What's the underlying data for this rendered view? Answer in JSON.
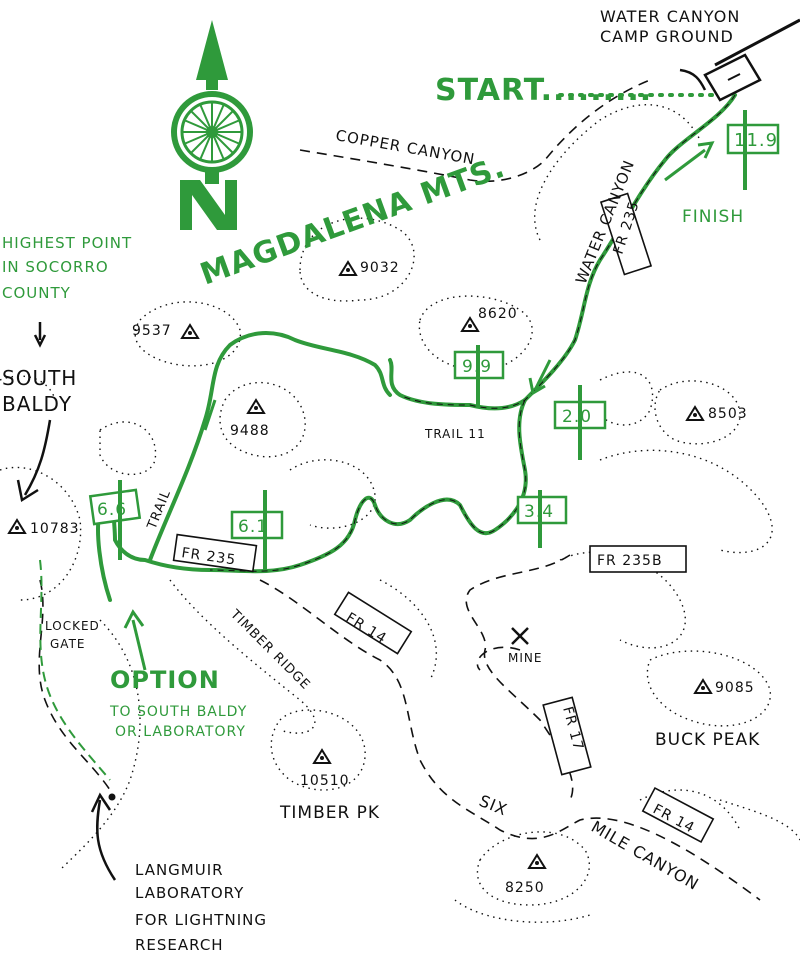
{
  "colors": {
    "trail_green": "#2f9a3b",
    "ink": "#111111"
  },
  "title": "MAGDALENA MTS.",
  "start_label": "START.........",
  "finish_label": "FINISH",
  "option": {
    "title": "OPTION",
    "line1": "TO SOUTH BALDY",
    "line2": "OR LABORATORY"
  },
  "highest_point": {
    "line1": "HIGHEST POINT",
    "line2": "IN SOCORRO",
    "line3": "COUNTY"
  },
  "camp": {
    "line1": "WATER CANYON",
    "line2": "CAMP GROUND"
  },
  "south_baldy": {
    "line1": "SOUTH",
    "line2": "BALDY"
  },
  "langmuir": {
    "line1": "LANGMUIR",
    "line2": "LABORATORY",
    "line3": "FOR LIGHTNING",
    "line4": "RESEARCH"
  },
  "locked_gate": {
    "line1": "LOCKED",
    "line2": "GATE"
  },
  "features": {
    "copper_canyon": "COPPER CANYON",
    "water_canyon": "WATER CANYON",
    "trail_11": "TRAIL 11",
    "trail": "TRAIL",
    "timber_ridge": "TIMBER RIDGE",
    "mine": "MINE",
    "six": "SIX",
    "mile_canyon": "MILE CANYON",
    "buck_peak": "BUCK PEAK",
    "timber_pk": "TIMBER PK"
  },
  "peaks": {
    "p9032": "9032",
    "p8620": "8620",
    "p9537": "9537",
    "p9488": "9488",
    "p8503": "8503",
    "p10783": "10783",
    "p9085": "9085",
    "p10510": "10510",
    "p8250": "8250"
  },
  "roads": {
    "fr235_top": "FR 235",
    "fr235_mid": "FR 235",
    "fr235b": "FR 235B",
    "fr14_mid": "FR 14",
    "fr17": "FR 17",
    "fr14_low": "FR 14"
  },
  "mileage": {
    "m119": "11.9",
    "m99": "9.9",
    "m20": "2.0",
    "m34": "3.4",
    "m61": "6.1",
    "m66": "6.6"
  },
  "compass_icon": "north-arrow-wheel-icon",
  "peak_icon": "triangle-summit-icon"
}
